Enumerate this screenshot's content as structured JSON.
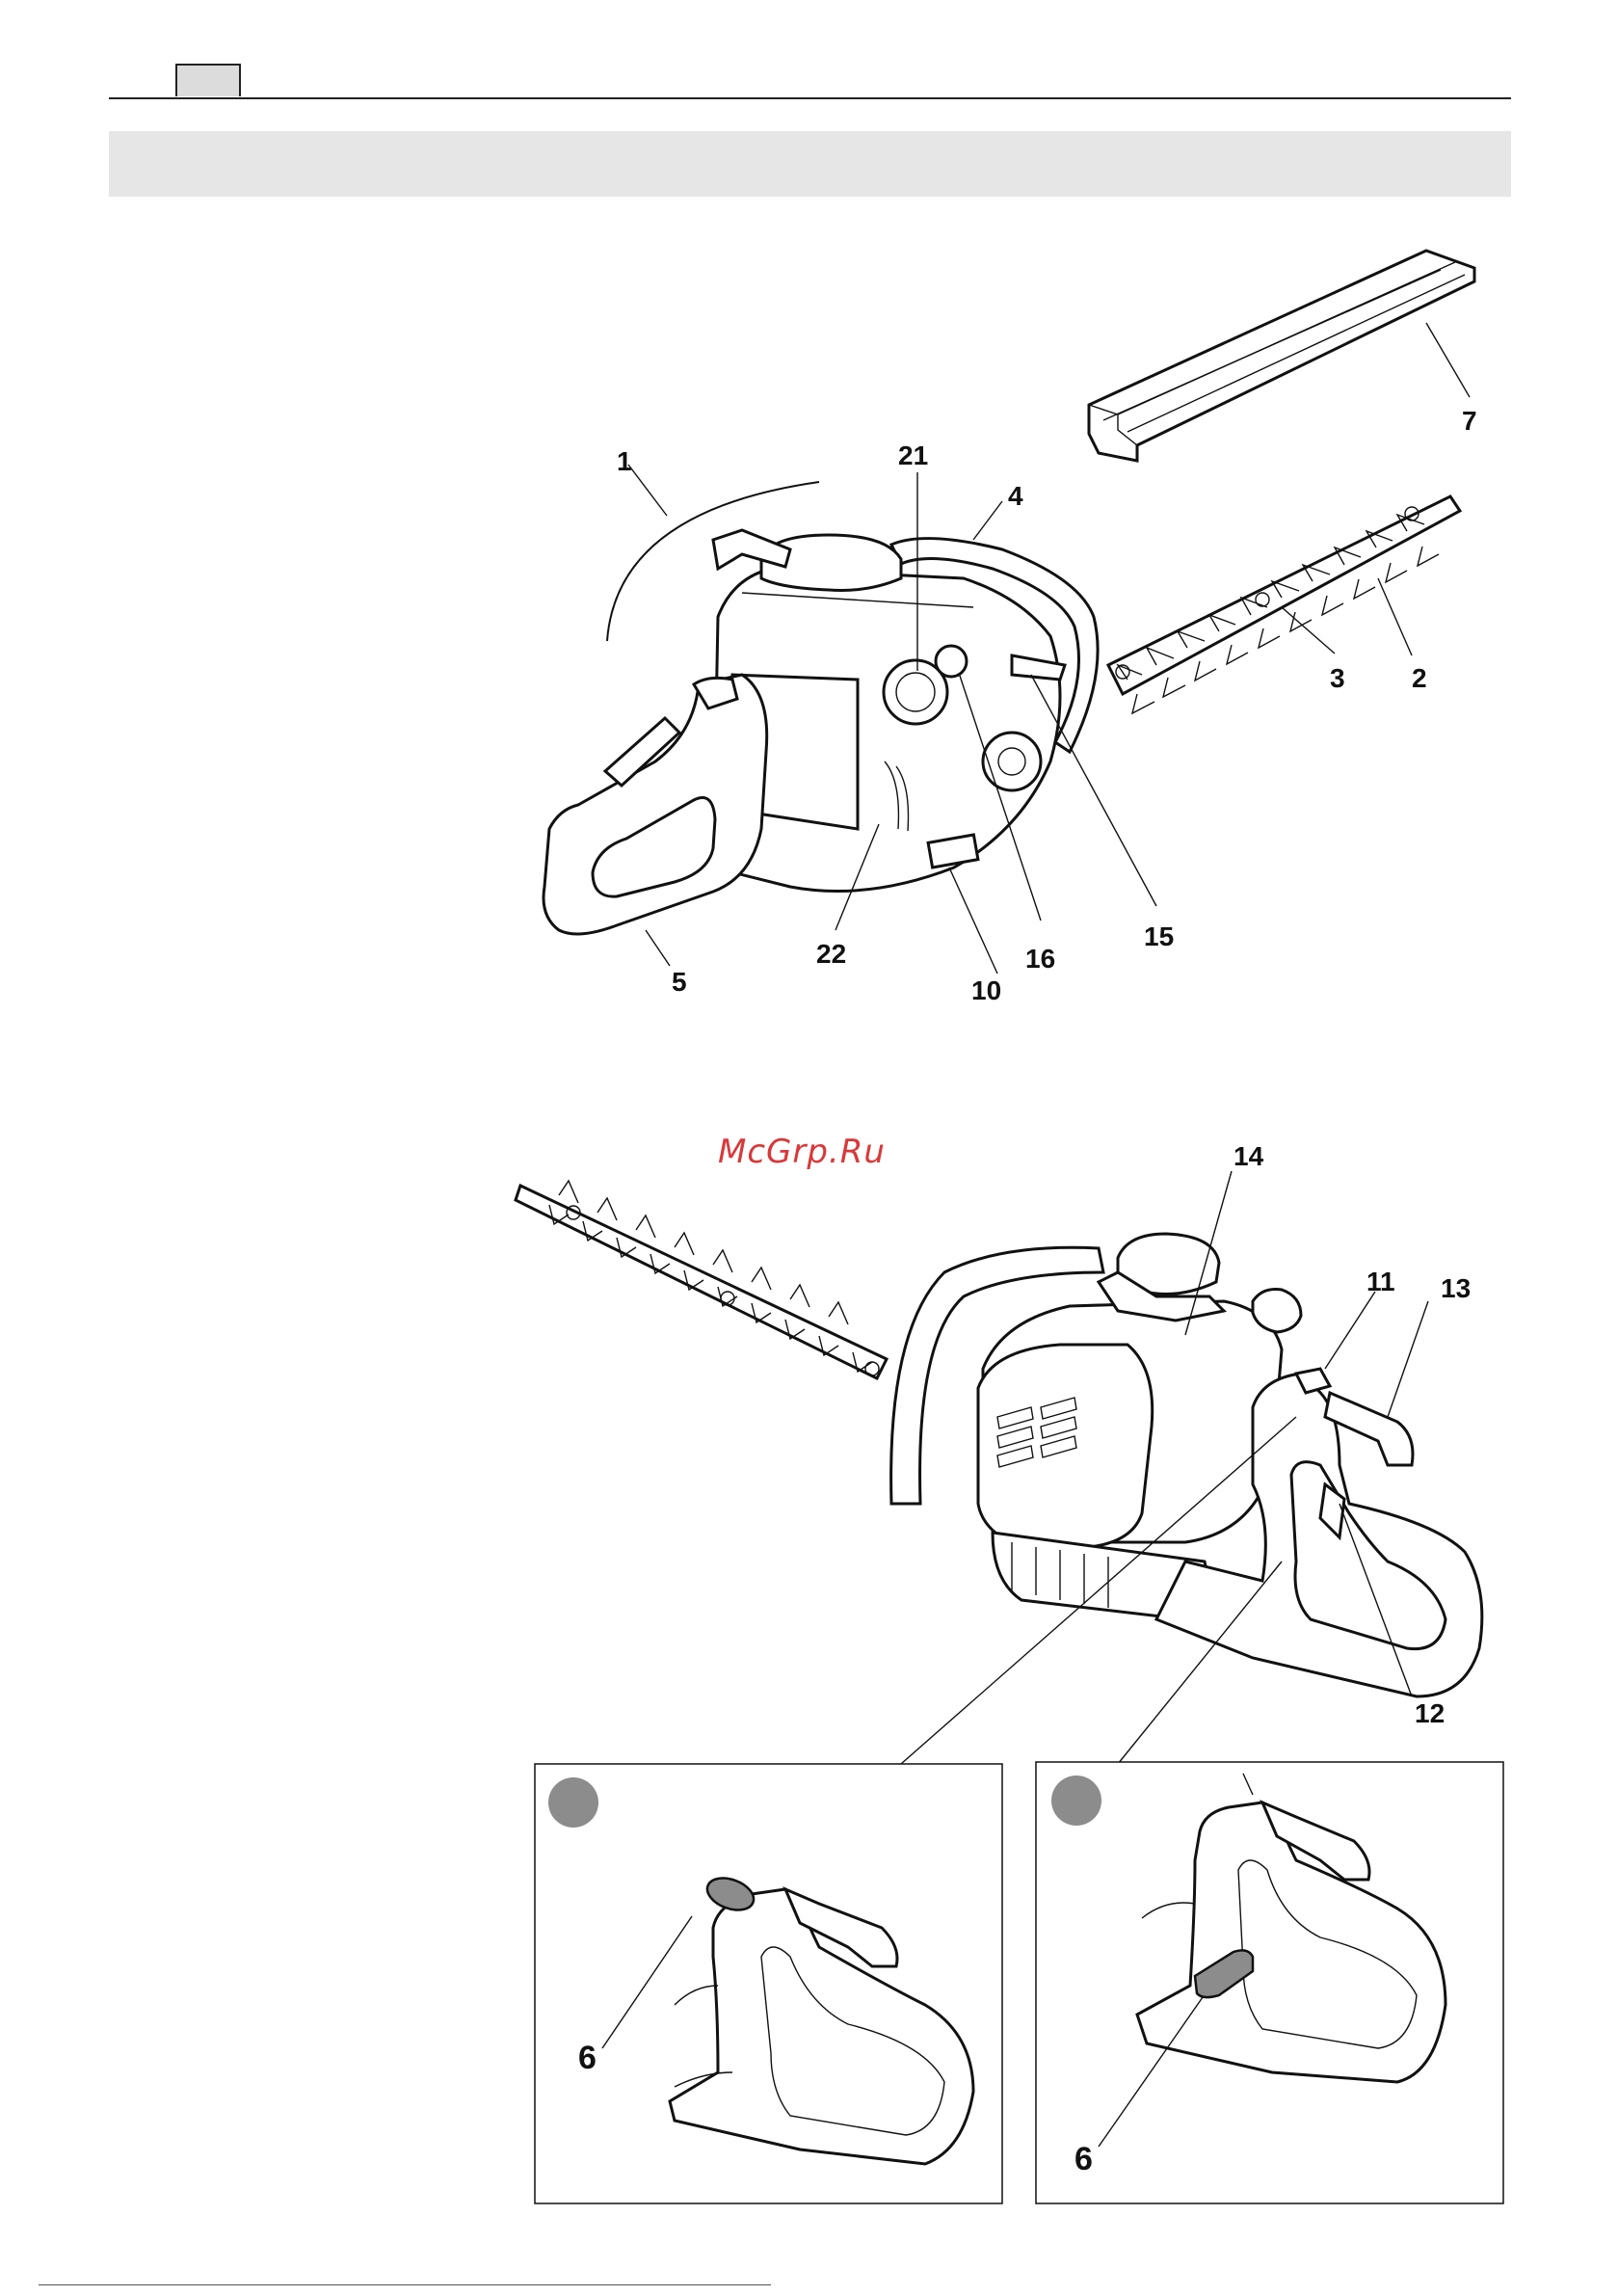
{
  "callouts": {
    "c1": "1",
    "c2": "2",
    "c3": "3",
    "c4": "4",
    "c5": "5",
    "c7": "7",
    "c10": "10",
    "c15": "15",
    "c16": "16",
    "c21": "21",
    "c22": "22",
    "c11": "11",
    "c12": "12",
    "c13": "13",
    "c14": "14",
    "inset_a_6": "6",
    "inset_b_6": "6"
  },
  "watermark": "McGrp.Ru",
  "colors": {
    "line": "#111111",
    "band": "#e6e6e6",
    "tab": "#dcdcdc",
    "inset_badge": "#8c8c8c",
    "watermark": "#d9383a"
  }
}
